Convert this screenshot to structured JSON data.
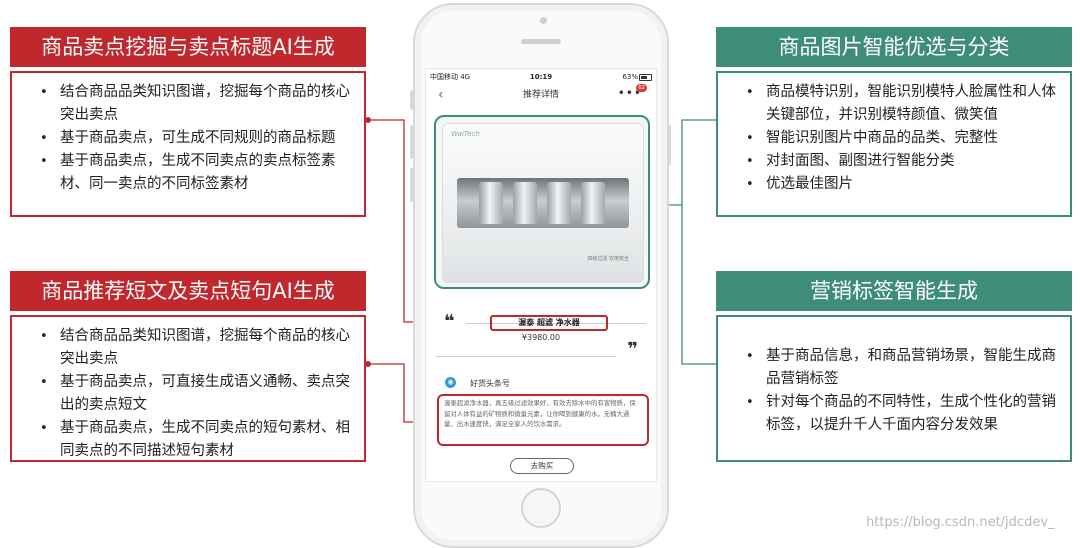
{
  "left_top": {
    "title": "商品卖点挖掘与卖点标题AI生成",
    "items": [
      "结合商品品类知识图谱，挖掘每个商品的核心突出卖点",
      "基于商品卖点，可生成不同规则的商品标题",
      "基于商品卖点，生成不同卖点的卖点标签素材、同一卖点的不同标签素材"
    ]
  },
  "left_bottom": {
    "title": "商品推荐短文及卖点短句AI生成",
    "items": [
      "结合商品品类知识图谱，挖掘每个商品的核心突出卖点",
      "基于商品卖点，可直接生成语义通畅、卖点突出的卖点短文",
      "基于商品卖点，生成不同卖点的短句素材、相同卖点的不同描述短句素材"
    ]
  },
  "right_top": {
    "title": "商品图片智能优选与分类",
    "items": [
      "商品模特识别，智能识别模特人脸属性和人体关键部位，并识别模特颜值、微笑值",
      "智能识别图片中商品的品类、完整性",
      "对封面图、副图进行智能分类",
      "优选最佳图片"
    ]
  },
  "right_bottom": {
    "title": "营销标签智能生成",
    "items": [
      "基于商品信息，和商品营销场景，智能生成商品营销标签",
      "针对每个商品的不同特性，生成个性化的营销标签，以提升千人千面内容分发效果"
    ]
  },
  "phone": {
    "carrier": "中国移动  4G",
    "time": "10:19",
    "battery": "63%",
    "nav_title": "推荐详情",
    "badge": "62",
    "product_brand": "WaiTech",
    "product_tagline": "四级过滤 饮用安全",
    "product_name": "渥泰 超滤 净水器",
    "price": "¥3980.00",
    "account_name": "好货头条号",
    "description": "渥泰超滤净水器，真五级过滤效果好，有效去除水中的有害物质，保留对人体有益的矿物质和微量元素，让你喝到健康的水。无桶大通量，出水速度快，满足全家人的饮水需求。",
    "buy_label": "去购买",
    "quote_open": "❝",
    "quote_close": "❞"
  },
  "colors": {
    "red": "#c0282d",
    "green": "#3e8d78"
  },
  "watermark": "https://blog.csdn.net/jdcdev_"
}
